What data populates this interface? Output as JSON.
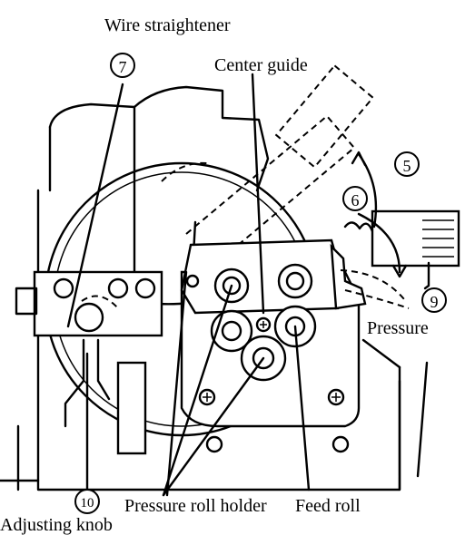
{
  "labels": {
    "wire_straightener": "Wire straightener",
    "center_guide": "Center guide",
    "pressure": "Pressure",
    "pressure_roll_holder": "Pressure roll holder",
    "feed_roll": "Feed roll",
    "adjusting_knob": "Adjusting knob"
  },
  "callouts": {
    "n5": "5",
    "n6": "6",
    "n7": "7",
    "n9": "9",
    "n10": "10"
  }
}
